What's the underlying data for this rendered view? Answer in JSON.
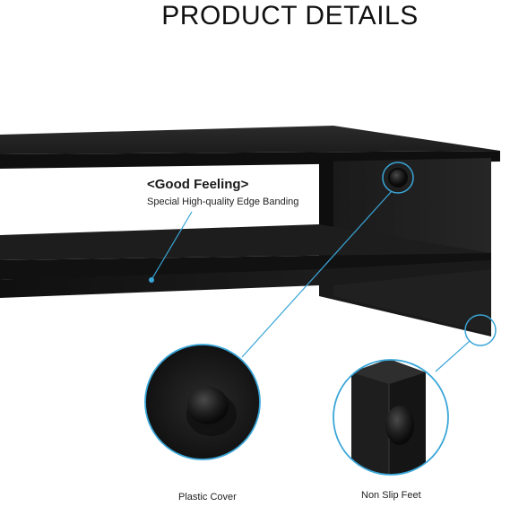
{
  "heading": "PRODUCT DETAILS",
  "feature": {
    "title": "<Good Feeling>",
    "subtitle": "Special High-quality Edge Banding"
  },
  "callouts": [
    {
      "label": "Plastic Cover"
    },
    {
      "label": "Non Slip Feet"
    }
  ],
  "colors": {
    "wood": "#141414",
    "callout_line": "#3aa6d8",
    "background": "#ffffff"
  }
}
